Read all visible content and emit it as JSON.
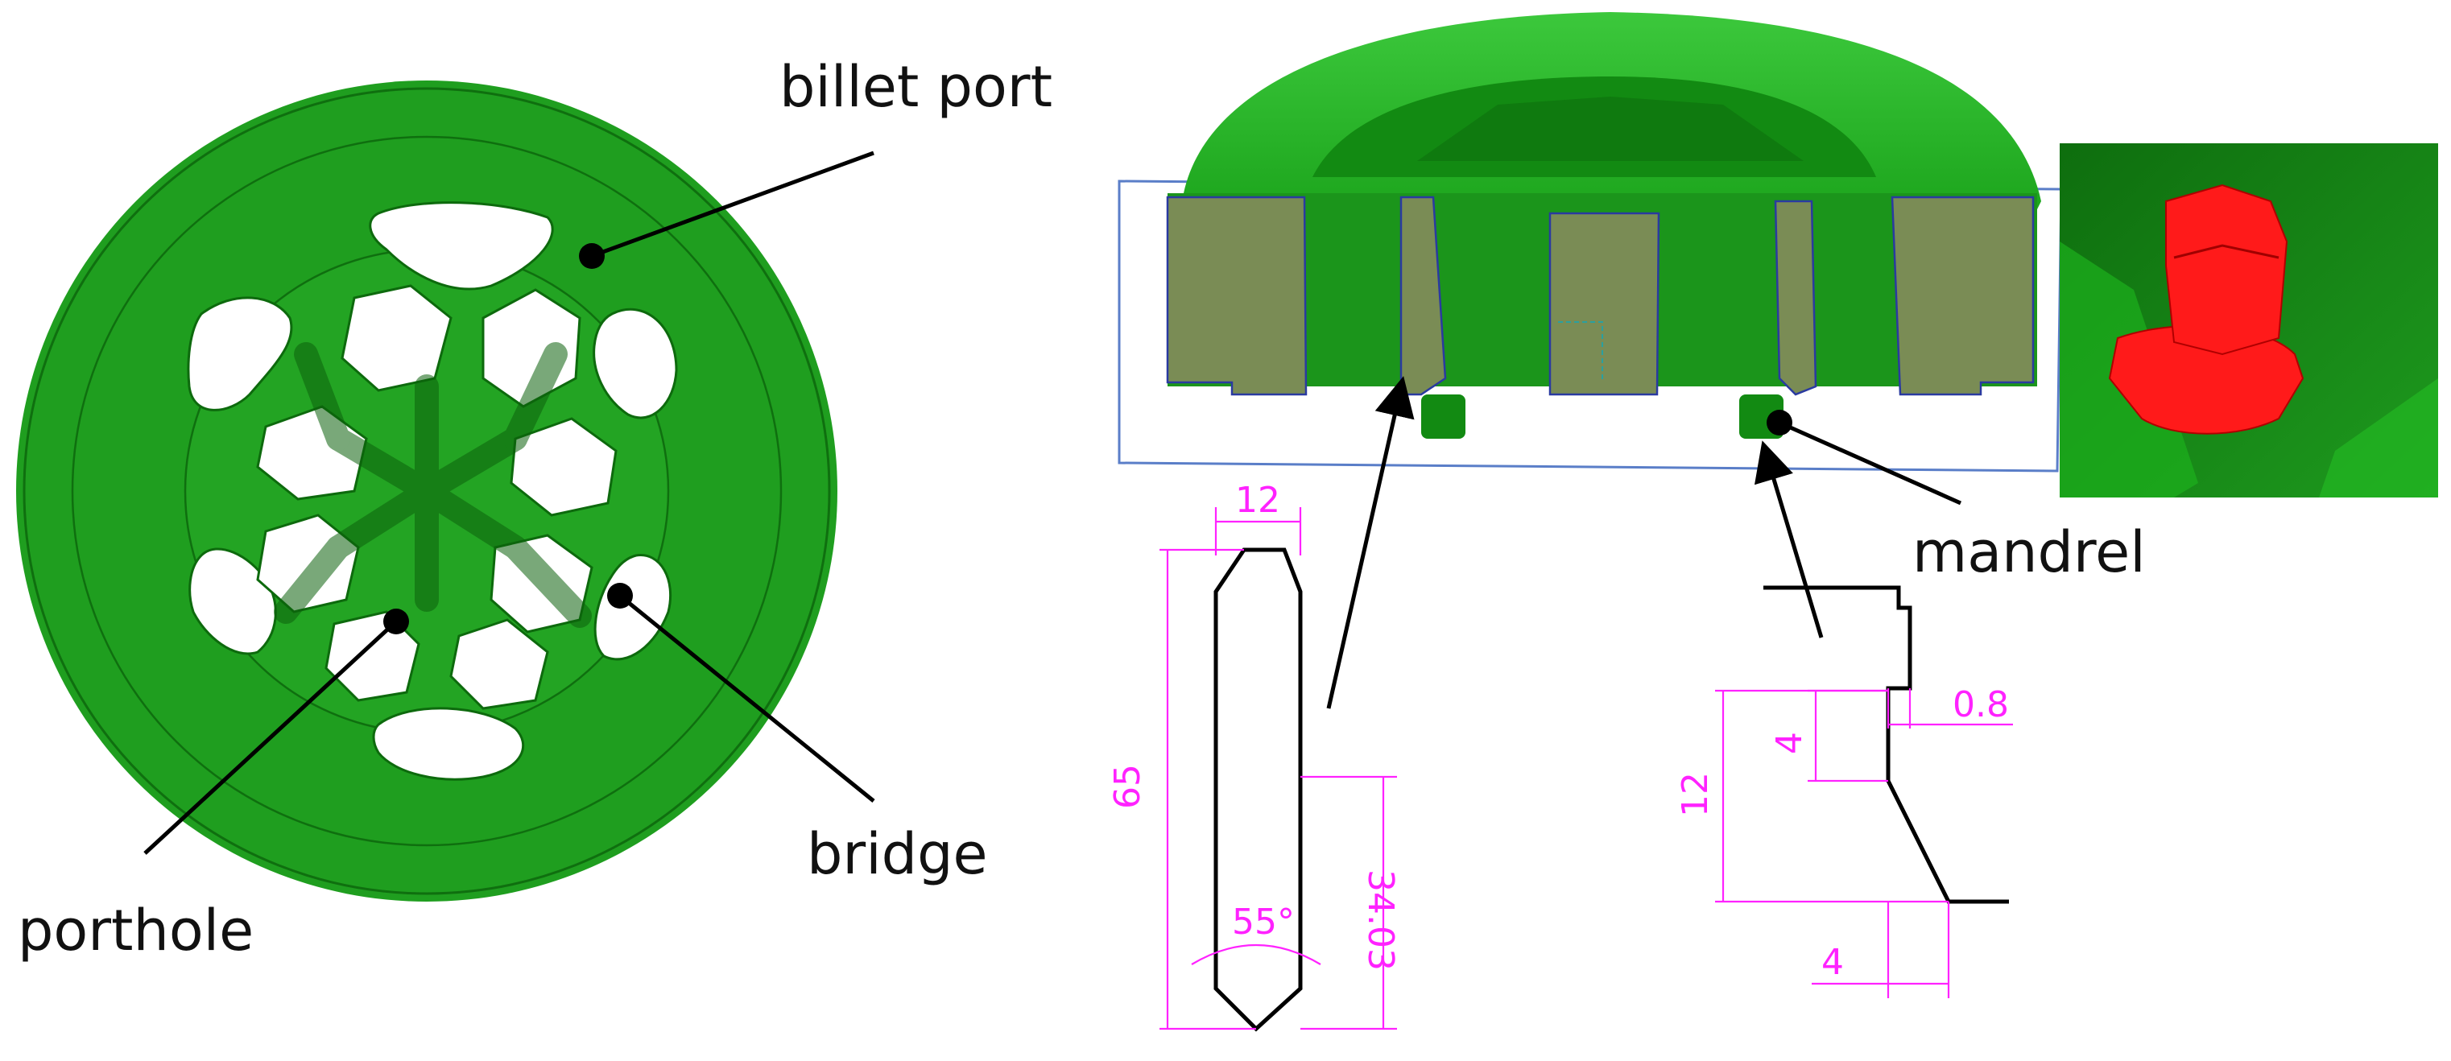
{
  "labels": {
    "billet_port": "billet port",
    "porthole": "porthole",
    "bridge": "bridge",
    "mandrel": "mandrel"
  },
  "dimensions": {
    "bridge_width": "12",
    "bridge_height": "65",
    "bridge_offset": "34.03",
    "bridge_angle": "55°",
    "mandrel_step": "0.8",
    "mandrel_short": "4",
    "mandrel_height": "12",
    "mandrel_bottom": "4"
  },
  "colors": {
    "die_green": "#1f9e1f",
    "die_dark": "#128a12",
    "section_olive": "#7a8c55",
    "mandrel_red": "#ff1a1a",
    "dimension_magenta": "#ff22ff"
  }
}
